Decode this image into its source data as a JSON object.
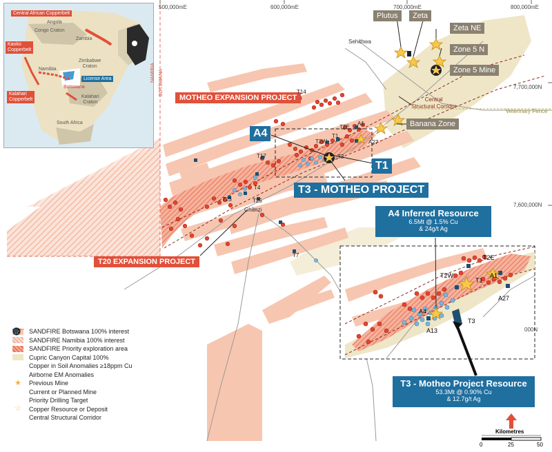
{
  "coords": {
    "e500": "500,000mE",
    "e600": "600,000mE",
    "e700": "700,000mE",
    "e800": "800,000mE",
    "n7700": "7,700,000N",
    "n7600": "7,600,000N",
    "n_inset": "000N"
  },
  "border": {
    "namibia": "NAMIBIA",
    "botswana": "BOTSWANA"
  },
  "labels": {
    "central_corridor_1": "Central",
    "central_corridor_2": "Structural Corridor",
    "vet_fence": "Veterinary Fence",
    "sehithwa": "Sehithwa",
    "ghanzi": "Ghanzi"
  },
  "deposits": {
    "plutus": "Plutus",
    "zeta": "Zeta",
    "zeta_ne": "Zeta NE",
    "zone5n": "Zone 5 N",
    "zone5mine": "Zone 5 Mine",
    "banana": "Banana Zone"
  },
  "projects": {
    "motheo_exp": "MOTHEO EXPANSION PROJECT",
    "t20_exp": "T20 EXPANSION PROJECT",
    "a4": "A4",
    "t1": "T1",
    "t3_motheo": "T3 - MOTHEO PROJECT"
  },
  "targets": {
    "t14": "T14",
    "t2e": "T2E",
    "a1": "A1",
    "t1": "T1",
    "t2w": "T2W",
    "a27": "A27",
    "t3": "T3",
    "t17": "T17",
    "t4": "T4",
    "t23": "T23",
    "t25": "T25",
    "t7": "T7"
  },
  "inset_targets": {
    "t2e": "T2E",
    "t2w": "T2W",
    "t1": "T1",
    "a1": "A1",
    "a27": "A27",
    "a4": "A4",
    "a13": "A13",
    "t3": "T3"
  },
  "a4_resource": {
    "title": "A4 Inferred Resource",
    "line1": "6.5Mt @ 1.5% Cu",
    "line2": "& 24g/t Ag"
  },
  "t3_resource": {
    "title": "T3 - Motheo Project Resource",
    "line1": "53.3Mt @ 0.90% Cu",
    "line2": "& 12.7g/t Ag"
  },
  "overview": {
    "central_african": "Central African Copperbelt",
    "angola": "Angola",
    "congo": "Congo Craton",
    "zambia": "Zambia",
    "kaoko_1": "Kaoko",
    "kaoko_2": "Copperbelt",
    "namibia": "Namibia",
    "zimbabwe_1": "Zimbabwe",
    "zimbabwe_2": "Craton",
    "botswana": "Botswana",
    "license": "License Area",
    "kalahari_1": "Kalahari",
    "kalahari_2": "Copperbelt",
    "kalahari_craton_1": "Kalahari",
    "kalahari_craton_2": "Craton",
    "south_africa": "South Africa"
  },
  "legend": {
    "items": [
      "SANDFIRE Botswana 100% interest",
      "SANDFIRE Namibia 100% interest",
      "SANDFIRE Priority exploration area",
      "Cupric Canyon Capital 100%",
      "Copper in Soil Anomalies ≥18ppm Cu",
      "Airborne EM Anomalies",
      "Previous Mine",
      "Current or Planned Mine",
      "Priority Drilling Target",
      "Copper Resource or Deposit",
      "Central Structural Corridor"
    ]
  },
  "scale": {
    "title": "Kilometres",
    "t0": "0",
    "t25": "25",
    "t50": "50"
  },
  "colors": {
    "botswana": "#f7c6b0",
    "namibia_hatch": "#f4b9a3",
    "priority": "#ec8c6f",
    "cupric": "#efe6c8",
    "soil": "#e3452f",
    "em": "#7ab6dd",
    "blue_box": "#1f6f9f",
    "red_box": "#e0503a"
  }
}
